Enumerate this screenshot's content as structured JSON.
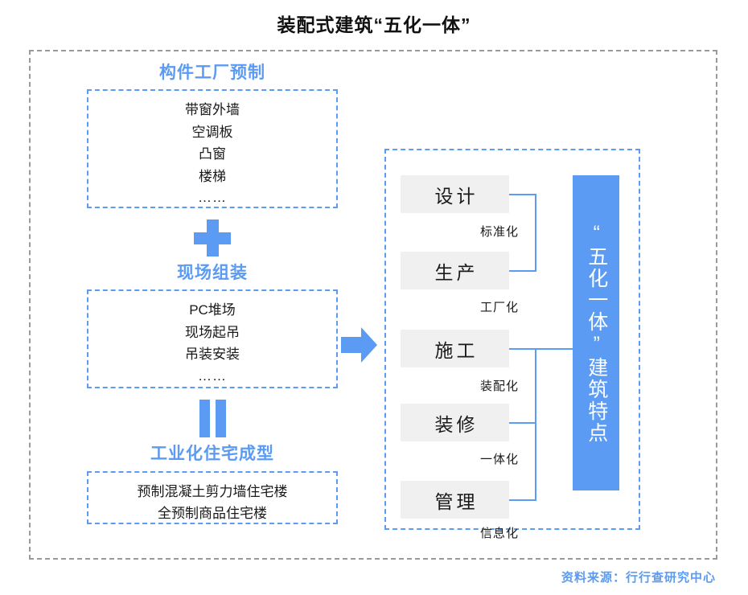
{
  "title": "装配式建筑“五化一体”",
  "source": "资料来源：行行查研究中心",
  "colors": {
    "accent_blue": "#5B9BF3",
    "box_gray": "#F0F0F0",
    "frame_gray": "#9A9A9A",
    "text_dark": "#1A1A1A",
    "white": "#FFFFFF"
  },
  "left_column": {
    "groups": [
      {
        "heading": "构件工厂预制",
        "items": [
          "带窗外墙",
          "空调板",
          "凸窗",
          "楼梯"
        ],
        "ellipsis": "……"
      },
      {
        "heading": "现场组装",
        "items": [
          "PC堆场",
          "现场起吊",
          "吊装安装"
        ],
        "ellipsis": "……"
      },
      {
        "heading": "工业化住宅成型",
        "items": [
          "预制混凝土剪力墙住宅楼",
          "全预制商品住宅楼"
        ],
        "ellipsis": ""
      }
    ],
    "operators": [
      {
        "name": "plus-operator",
        "symbol": "+"
      },
      {
        "name": "equals-operator",
        "symbol": "="
      }
    ]
  },
  "flow": {
    "arrow": "right-arrow"
  },
  "right_panel": {
    "stages": [
      {
        "name": "设计",
        "label": "标准化"
      },
      {
        "name": "生产",
        "label": "工厂化"
      },
      {
        "name": "施工",
        "label": "装配化"
      },
      {
        "name": "装修",
        "label": "一体化"
      },
      {
        "name": "管理",
        "label": "信息化"
      }
    ],
    "feature_bar": "“五化一体”建筑特点"
  }
}
